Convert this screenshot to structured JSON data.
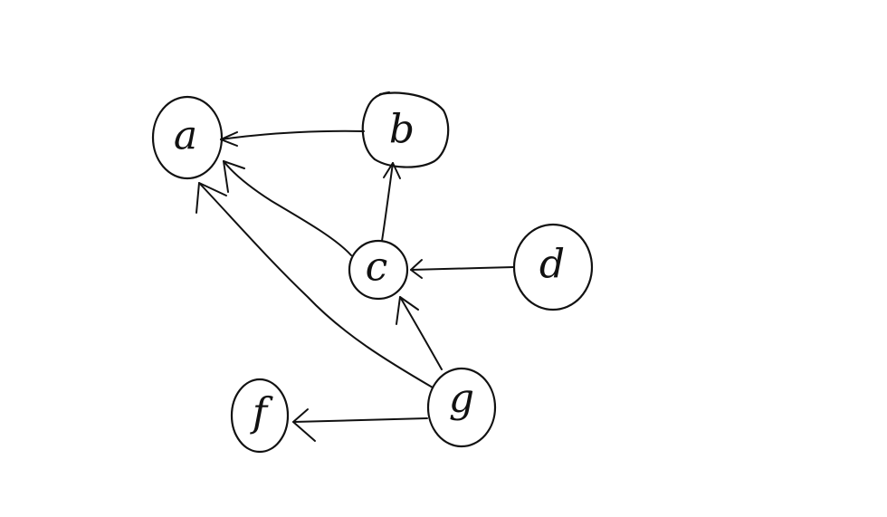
{
  "nodes": [
    {
      "id": "a",
      "label": "a"
    },
    {
      "id": "b",
      "label": "b"
    },
    {
      "id": "c",
      "label": "c"
    },
    {
      "id": "d",
      "label": "d"
    },
    {
      "id": "f",
      "label": "f"
    },
    {
      "id": "g",
      "label": "g"
    }
  ],
  "edges": [
    {
      "from": "b",
      "to": "a"
    },
    {
      "from": "c",
      "to": "a"
    },
    {
      "from": "g",
      "to": "a"
    },
    {
      "from": "c",
      "to": "b"
    },
    {
      "from": "d",
      "to": "c"
    },
    {
      "from": "g",
      "to": "c"
    },
    {
      "from": "g",
      "to": "f"
    }
  ],
  "colors": {
    "ink": "#111111",
    "background": "#ffffff"
  }
}
